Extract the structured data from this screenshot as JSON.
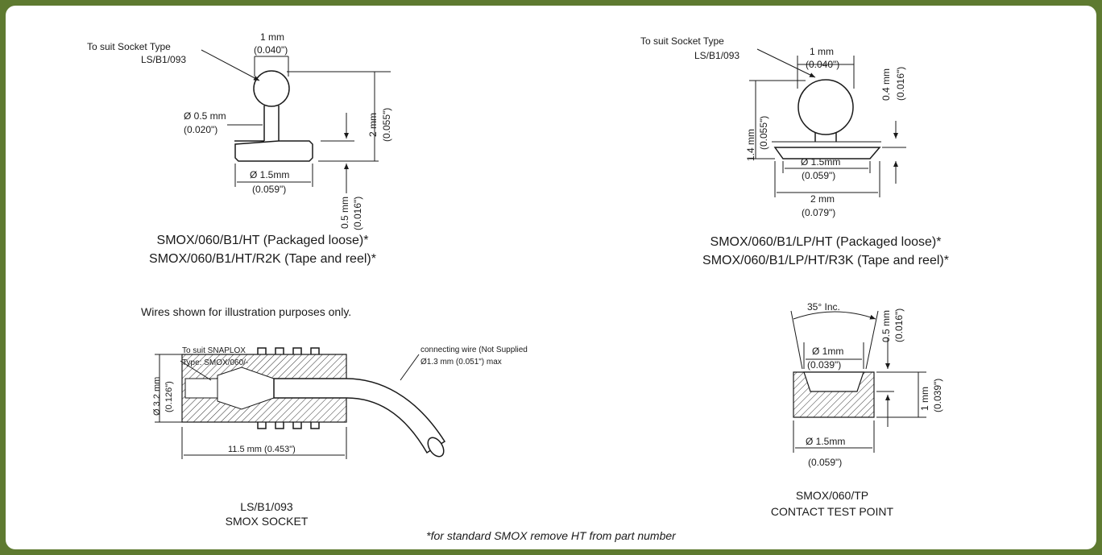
{
  "drawing1": {
    "socket_label_1": "To suit Socket Type",
    "socket_label_2": "LS/B1/093",
    "dim_top_mm": "1 mm",
    "dim_top_in": "(0.040\")",
    "dim_shaft_mm": "Ø 0.5 mm",
    "dim_shaft_in": "(0.020\")",
    "dim_height_mm": "2 mm",
    "dim_height_in": "(0.055\")",
    "dim_base_mm": "Ø 1.5mm",
    "dim_base_in": "(0.059\")",
    "dim_flange_mm": "0.5 mm",
    "dim_flange_in": "(0.016\")",
    "caption_1": "SMOX/060/B1/HT (Packaged loose)*",
    "caption_2": "SMOX/060/B1/HT/R2K (Tape and reel)*"
  },
  "drawing2": {
    "socket_label_1": "To suit Socket Type",
    "socket_label_2": "LS/B1/093",
    "dim_top_mm": "1 mm",
    "dim_top_in": "(0.040\")",
    "dim_right_mm": "0.4 mm",
    "dim_right_in": "(0.016\")",
    "dim_left_mm": "1.4 mm",
    "dim_left_in": "(0.055\")",
    "dim_base_mm": "Ø 1.5mm",
    "dim_base_in": "(0.059\")",
    "dim_width_mm": "2 mm",
    "dim_width_in": "(0.079\")",
    "caption_1": "SMOX/060/B1/LP/HT (Packaged loose)*",
    "caption_2": "SMOX/060/B1/LP/HT/R3K (Tape and reel)*"
  },
  "drawing3": {
    "note": "Wires shown for illustration purposes only.",
    "suit_label_1": "To suit SNAPLOX",
    "suit_label_2": "Type: SMOX/060/-",
    "wire_label_1": "connecting wire (Not Supplied",
    "wire_label_2": "Ø1.3 mm (0.051\") max",
    "dim_dia_mm": "Ø 3.2 mm",
    "dim_dia_in": "(0.126\")",
    "dim_len": "11.5 mm (0.453\")",
    "caption_1": "LS/B1/093",
    "caption_2": "SMOX SOCKET"
  },
  "drawing4": {
    "angle": "35° Inc.",
    "dim_depth_mm": "0.5 mm",
    "dim_depth_in": "(0.016\")",
    "dim_inner_mm": "Ø 1mm",
    "dim_inner_in": "(0.039\")",
    "dim_height_mm": "1 mm",
    "dim_height_in": "(0.039\")",
    "dim_base_mm": "Ø 1.5mm",
    "dim_base_in": "(0.059\")",
    "caption_1": "SMOX/060/TP",
    "caption_2": "CONTACT TEST POINT"
  },
  "footnote": "*for standard SMOX remove HT from part number",
  "colors": {
    "frame": "#5e7a30",
    "panel": "#ffffff",
    "ink": "#1a1a1a"
  }
}
